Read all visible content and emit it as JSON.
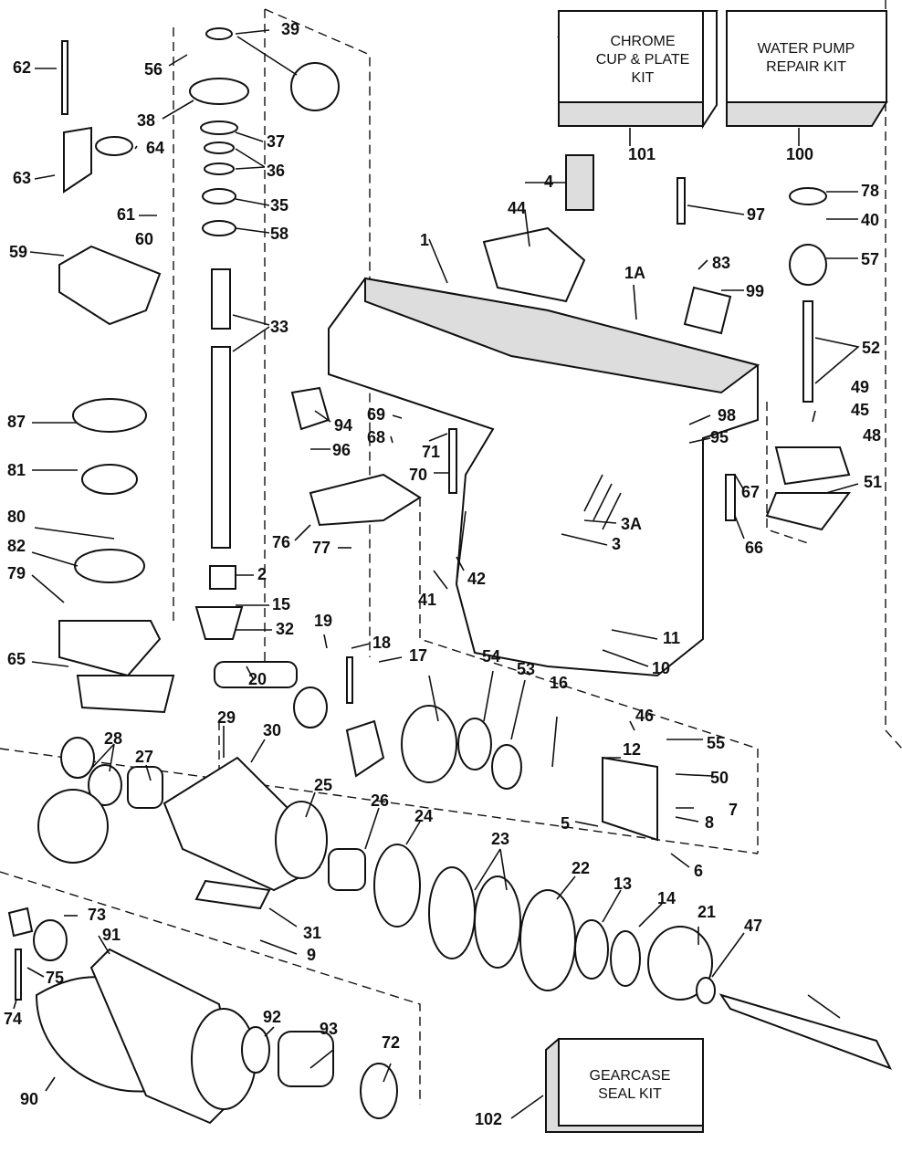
{
  "kits": [
    {
      "id": "kit-chrome",
      "lines": [
        "CHROME",
        "CUP & PLATE",
        "KIT"
      ],
      "number": "101"
    },
    {
      "id": "kit-waterpump",
      "lines": [
        "WATER PUMP",
        "REPAIR KIT"
      ],
      "number": "100"
    },
    {
      "id": "kit-gearcase",
      "lines": [
        "GEARCASE",
        "SEAL KIT"
      ],
      "number": "102"
    }
  ],
  "callouts": [
    "39",
    "56",
    "62",
    "38",
    "37",
    "64",
    "36",
    "63",
    "35",
    "61",
    "60",
    "58",
    "59",
    "33",
    "1",
    "44",
    "4",
    "97",
    "78",
    "40",
    "57",
    "83",
    "1A",
    "99",
    "52",
    "87",
    "94",
    "69",
    "68",
    "71",
    "96",
    "98",
    "95",
    "49",
    "45",
    "48",
    "81",
    "70",
    "67",
    "51",
    "80",
    "82",
    "3A",
    "3",
    "66",
    "76",
    "77",
    "79",
    "42",
    "41",
    "2",
    "15",
    "65",
    "32",
    "19",
    "18",
    "17",
    "11",
    "10",
    "20",
    "54",
    "53",
    "16",
    "46",
    "55",
    "29",
    "30",
    "12",
    "50",
    "28",
    "27",
    "25",
    "26",
    "24",
    "7",
    "8",
    "5",
    "6",
    "23",
    "22",
    "13",
    "14",
    "21",
    "47",
    "73",
    "91",
    "31",
    "9",
    "75",
    "74",
    "92",
    "93",
    "72",
    "90",
    "102"
  ]
}
